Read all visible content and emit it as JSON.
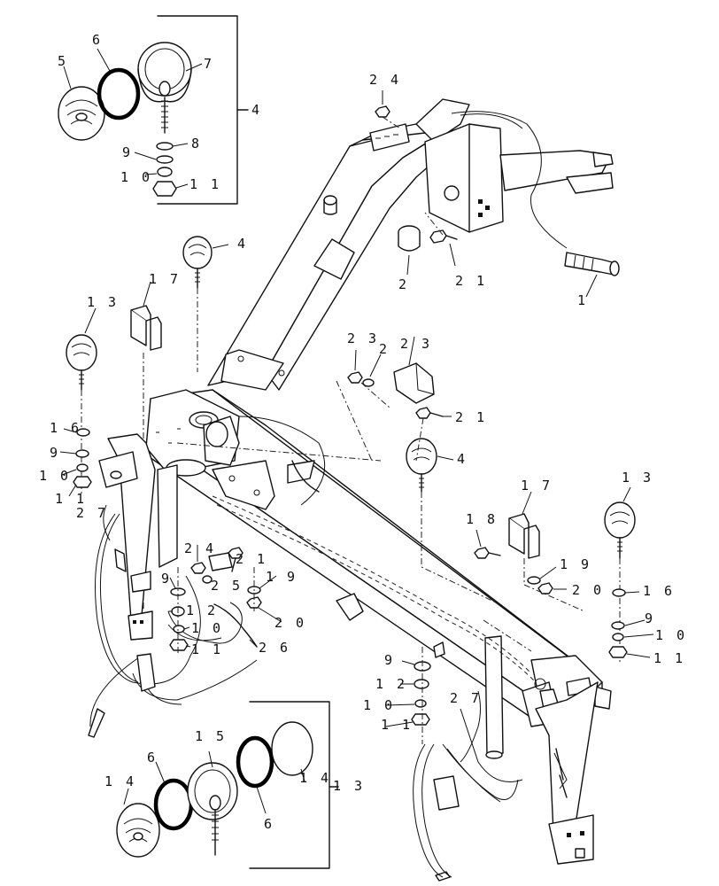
{
  "callouts": [
    {
      "id": "c-1",
      "text": "1"
    },
    {
      "id": "c-2",
      "text": "2"
    },
    {
      "id": "c-4-bracket",
      "text": "4"
    },
    {
      "id": "c-4-top",
      "text": "4"
    },
    {
      "id": "c-4-mid",
      "text": "4"
    },
    {
      "id": "c-5",
      "text": "5"
    },
    {
      "id": "c-6-top",
      "text": "6"
    },
    {
      "id": "c-7",
      "text": "7"
    },
    {
      "id": "c-8",
      "text": "8"
    },
    {
      "id": "c-9-top",
      "text": "9"
    },
    {
      "id": "c-10-top",
      "text": "1 0"
    },
    {
      "id": "c-11-top",
      "text": "1 1"
    },
    {
      "id": "c-24-top",
      "text": "2 4"
    },
    {
      "id": "c-21-top",
      "text": "2 1"
    },
    {
      "id": "c-17-left",
      "text": "1 7"
    },
    {
      "id": "c-13-left",
      "text": "1 3"
    },
    {
      "id": "c-23-a",
      "text": "2 3"
    },
    {
      "id": "c-22",
      "text": "2"
    },
    {
      "id": "c-23-b",
      "text": "2 3"
    },
    {
      "id": "c-21-mid",
      "text": "2 1"
    },
    {
      "id": "c-16-left",
      "text": "1 6"
    },
    {
      "id": "c-9-left",
      "text": "9"
    },
    {
      "id": "c-10-left",
      "text": "1 0"
    },
    {
      "id": "c-11-left",
      "text": "1 1"
    },
    {
      "id": "c-27-left",
      "text": "2 7"
    },
    {
      "id": "c-24-mid",
      "text": "2 4"
    },
    {
      "id": "c-21-low",
      "text": "2 1"
    },
    {
      "id": "c-25",
      "text": "2 5"
    },
    {
      "id": "c-19-left",
      "text": "1 9"
    },
    {
      "id": "c-20-left",
      "text": "2 0"
    },
    {
      "id": "c-9-mid",
      "text": "9"
    },
    {
      "id": "c-12-mid",
      "text": "1 2"
    },
    {
      "id": "c-10-mid",
      "text": "1 0"
    },
    {
      "id": "c-11-mid",
      "text": "1 1"
    },
    {
      "id": "c-26",
      "text": "2 6"
    },
    {
      "id": "c-17-right",
      "text": "1 7"
    },
    {
      "id": "c-18",
      "text": "1 8"
    },
    {
      "id": "c-13-right",
      "text": "1 3"
    },
    {
      "id": "c-19-right",
      "text": "1 9"
    },
    {
      "id": "c-20-right",
      "text": "2 0"
    },
    {
      "id": "c-16-right",
      "text": "1 6"
    },
    {
      "id": "c-9-right",
      "text": "9"
    },
    {
      "id": "c-10-right",
      "text": "1 0"
    },
    {
      "id": "c-11-right",
      "text": "1 1"
    },
    {
      "id": "c-9-low",
      "text": "9"
    },
    {
      "id": "c-12-low",
      "text": "1 2"
    },
    {
      "id": "c-10-low",
      "text": "1 0"
    },
    {
      "id": "c-11-low",
      "text": "1 1"
    },
    {
      "id": "c-27-right",
      "text": "2 7"
    },
    {
      "id": "c-15",
      "text": "1 5"
    },
    {
      "id": "c-14-left",
      "text": "1 4"
    },
    {
      "id": "c-6-low-a",
      "text": "6"
    },
    {
      "id": "c-6-low-b",
      "text": "6"
    },
    {
      "id": "c-14-right",
      "text": "1 4"
    },
    {
      "id": "c-13-bracket",
      "text": "1 3"
    }
  ]
}
